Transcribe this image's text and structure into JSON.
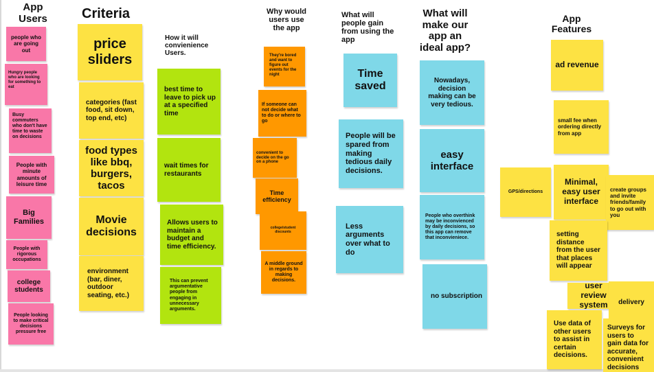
{
  "colors": {
    "pink": "#f977a8",
    "yellow": "#fde243",
    "green": "#b2e40f",
    "orange": "#ff9800",
    "blue": "#7fd8e8"
  },
  "headings": {
    "app_users": "App Users",
    "criteria": "Criteria",
    "convenience": "How it will convienience Users.",
    "why_use": "Why would users use the app",
    "gain": "What will people gain from using the app",
    "ideal": "What will make our app an ideal app?",
    "features": "App Features"
  },
  "app_users": [
    "people who are going out",
    "Hungry people who are looking for something to eat",
    "Busy commuters who don't have time to waste on decisions",
    "People with minute amounts of leisure time",
    "Big Families",
    "People with rigorous occupations",
    "college students",
    "People looking to make critical decisions pressure free"
  ],
  "criteria": [
    "price sliders",
    "categories (fast food, sit down, top end, etc)",
    "food types like bbq, burgers, tacos",
    "Movie decisions",
    "environment (bar, diner, outdoor seating, etc.)"
  ],
  "convenience": [
    "best time to leave to pick up at a specified time",
    "wait times for restaurants",
    "Allows users to maintain a budget and time efficiency.",
    "This can prevent argumentative people from engaging in unnecessary arguments."
  ],
  "why_use": [
    "They're bored and want to figure out events for the night",
    "If someone can not decide what to do or where to go",
    "convenient to decide on the go on a phone",
    "Time efficiency",
    "college/student discounts",
    "A middle ground in regards to making decisions."
  ],
  "gain": [
    "Time saved",
    "People will be spared from making tedious daily decisions.",
    "Less arguments over what to do"
  ],
  "ideal": [
    "Nowadays, decision making can be very tedious.",
    "easy interface",
    "People who overthink may be inconvienced by daily decisions, so this app can remove that inconvieniece.",
    "no subscription"
  ],
  "features": [
    "ad revenue",
    "small fee when ordering directly from app",
    "GPS/directions",
    "Minimal, easy user interface",
    "create groups and invite friends/family to go out with you",
    "setting distance from the user that places will appear",
    "user review system",
    "delivery",
    "Use data of other users to assist in certain decisions.",
    "Surveys for users to gain data for accurate, convenient decisions"
  ]
}
